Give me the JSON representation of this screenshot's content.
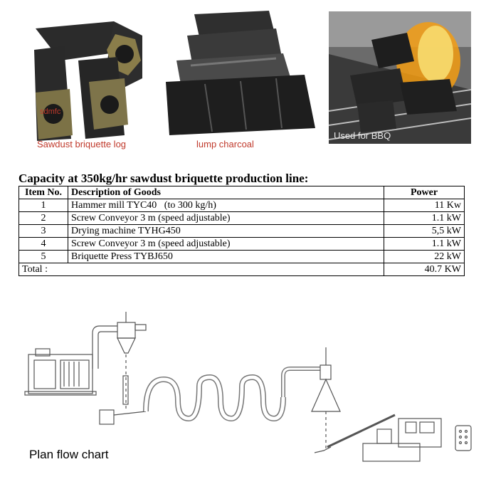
{
  "photos": [
    {
      "caption": "Sawdust briquette log",
      "stamp": "sdmfc"
    },
    {
      "caption": "lump charcoal"
    },
    {
      "caption": "Used for BBQ"
    }
  ],
  "colors": {
    "caption_red": "#c0392b",
    "flame": "#f39c12",
    "charcoal": "#1e1e1e"
  },
  "heading": "Capacity at 350kg/hr sawdust briquette production line:",
  "table": {
    "headers": {
      "item_no": "Item No.",
      "description": "Description of Goods",
      "power": "Power"
    },
    "rows": [
      {
        "no": "1",
        "description": "Hammer mill TYC40   (to 300 kg/h)",
        "power": "11 Kw"
      },
      {
        "no": "2",
        "description": "Screw Conveyor 3 m (speed adjustable)",
        "power": "1.1 kW"
      },
      {
        "no": "3",
        "description": "Drying machine TYHG450",
        "power": "5,5 kW"
      },
      {
        "no": "4",
        "description": "Screw Conveyor 3 m (speed adjustable)",
        "power": "1.1 kW"
      },
      {
        "no": "5",
        "description": "Briquette Press TYBJ650",
        "power": "22 kW"
      }
    ],
    "total_label": "Total :",
    "total_power": "40.7 KW"
  },
  "flow_label": "Plan flow chart"
}
